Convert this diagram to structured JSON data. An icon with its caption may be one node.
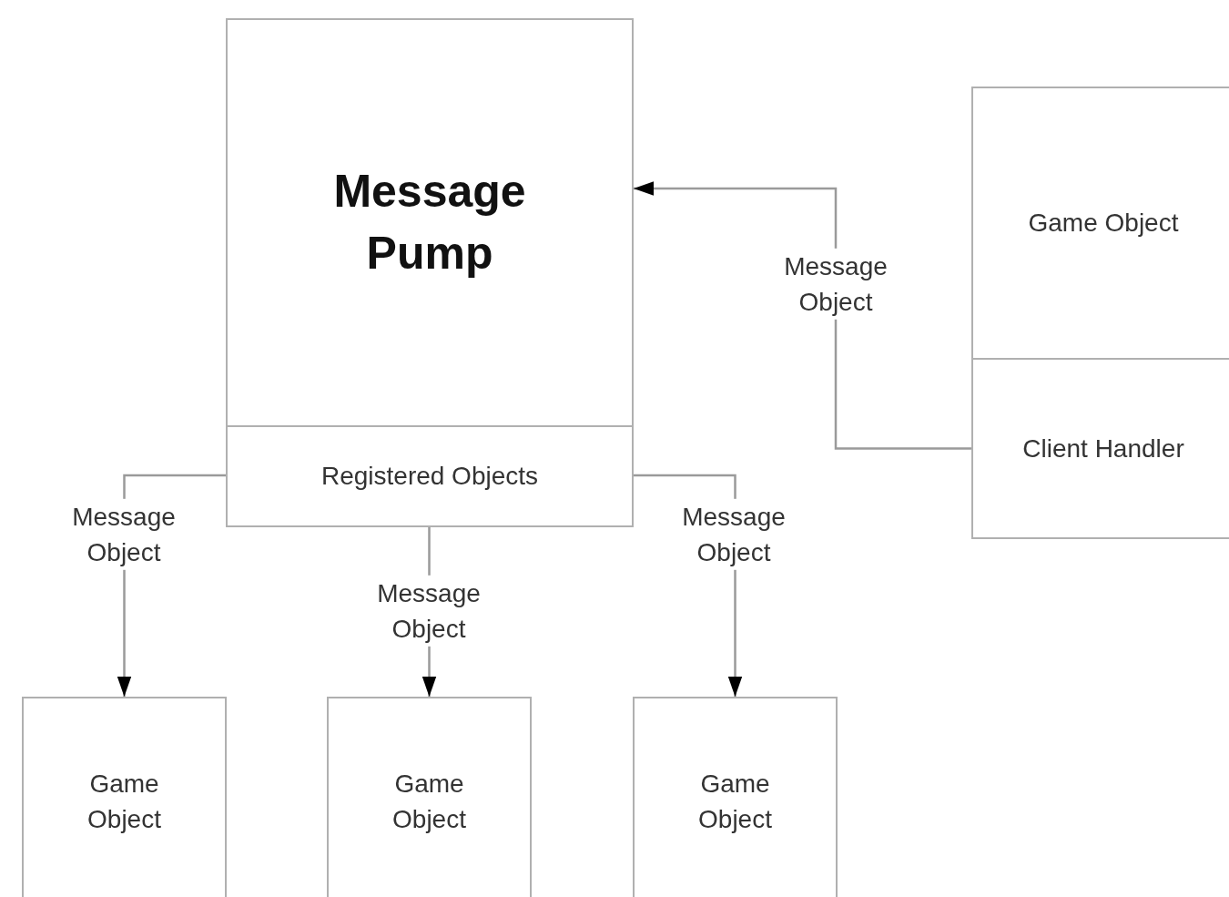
{
  "diagram": {
    "nodes": [
      {
        "text": [
          "Message Pump"
        ]
      },
      {
        "text": [
          "Registered Objects"
        ]
      },
      {
        "text": [
          "Game Object"
        ]
      },
      {
        "text": [
          "Client Handler"
        ]
      },
      {
        "text": [
          "Game Object"
        ]
      },
      {
        "text": [
          "Game Object"
        ]
      },
      {
        "text": [
          "Game Object"
        ]
      }
    ],
    "edges": [
      {
        "from": 3,
        "to": 0,
        "arrow": "to",
        "label": "Message Object"
      },
      {
        "from": 1,
        "to": 4,
        "arrow": "to",
        "label": "Message Object"
      },
      {
        "from": 1,
        "to": 5,
        "arrow": "to",
        "label": "Message Object"
      },
      {
        "from": 1,
        "to": 6,
        "arrow": "to",
        "label": "Message Object"
      }
    ]
  }
}
